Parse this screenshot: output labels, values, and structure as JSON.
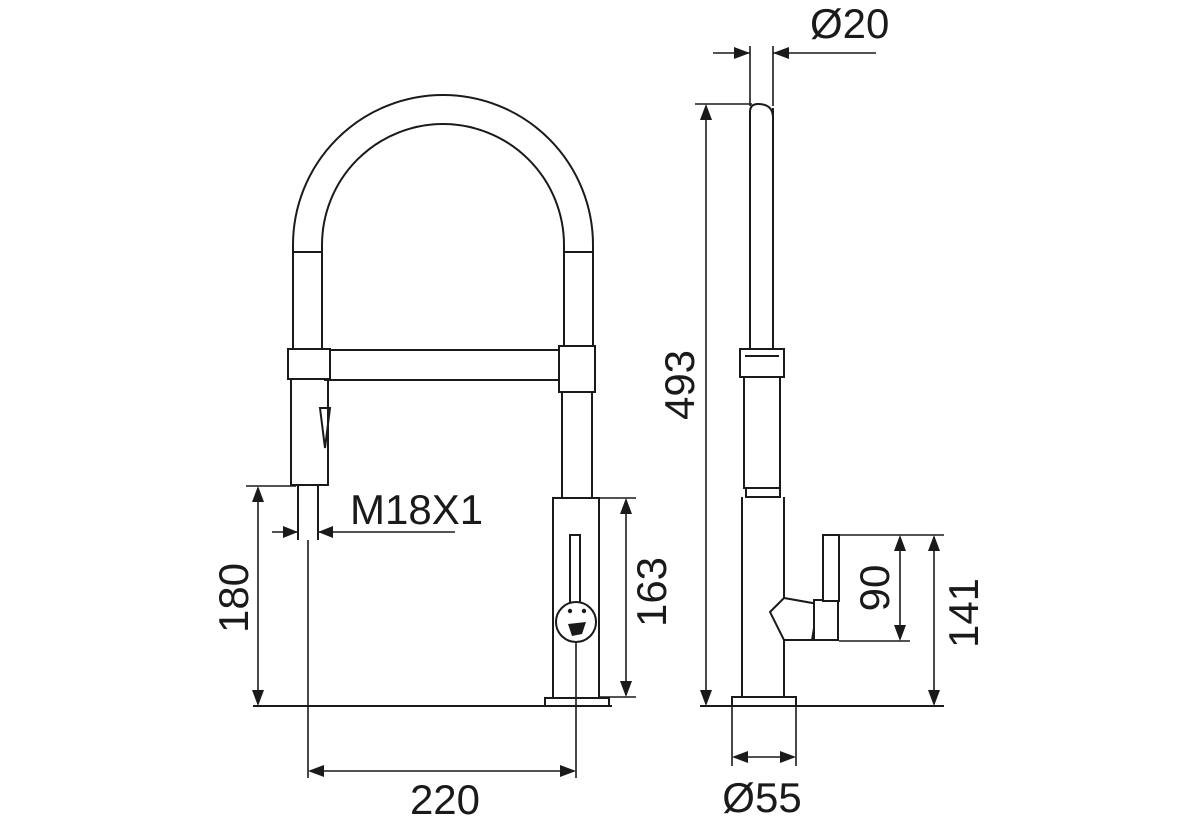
{
  "labels": {
    "front_height": "180",
    "thread": "M18X1",
    "body_height": "163",
    "width": "220",
    "pipe_diameter": "Ø20",
    "total_height": "493",
    "lever_height": "90",
    "lever_to_base": "141",
    "base_diameter": "Ø55"
  }
}
